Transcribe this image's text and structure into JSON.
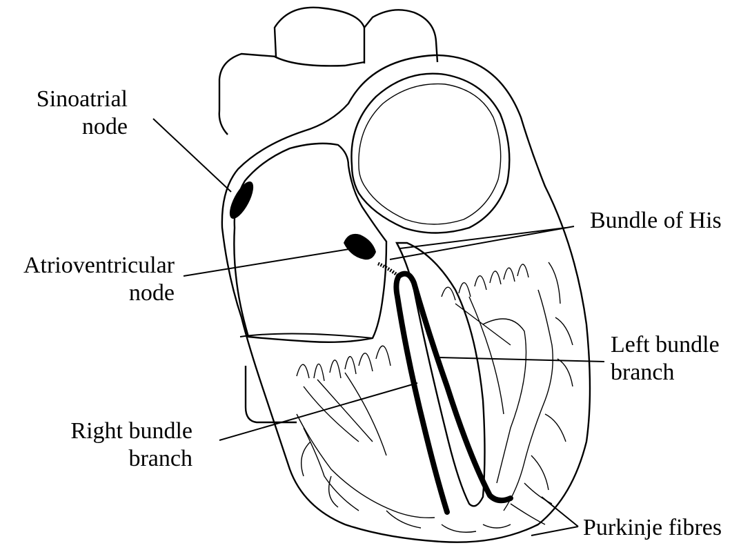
{
  "labels": {
    "sinoatrial": [
      "Sinoatrial",
      "node"
    ],
    "bundle_of_his": [
      "Bundle of His"
    ],
    "atrioventricular": [
      "Atrioventricular",
      "node"
    ],
    "left_bundle": [
      "Left bundle",
      "branch"
    ],
    "right_bundle": [
      "Right bundle",
      "branch"
    ],
    "purkinje": [
      "Purkinje fibres"
    ]
  }
}
